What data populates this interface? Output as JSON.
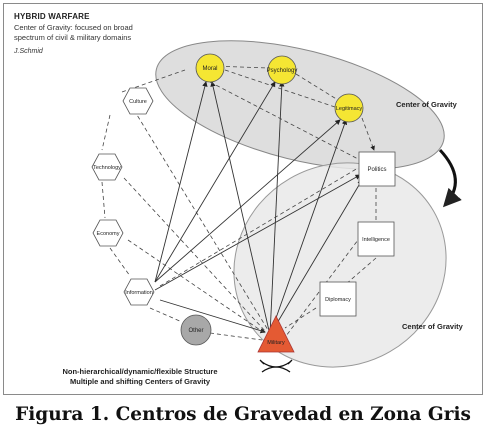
{
  "header": {
    "title": "HYBRID WARFARE",
    "subtitle_line1": "Center of Gravity: focused on broad",
    "subtitle_line2": "spectrum of civil & military domains",
    "author": "J.Schmid"
  },
  "labels": {
    "cog_top": "Center of Gravity",
    "cog_bottom": "Center of Gravity",
    "footer_line1": "Non-hierarchical/dynamic/flexible Structure",
    "footer_line2": "Multiple and shifting Centers of Gravity"
  },
  "nodes": {
    "moral": "Moral",
    "psychology": "Psychology",
    "legitimacy": "Legitimacy",
    "politics": "Politics",
    "intelligence": "Intelligence",
    "diplomacy": "Diplomacy",
    "military": "Military",
    "other": "Other",
    "information": "Information",
    "economy": "Economy",
    "technology": "Technology",
    "culture": "Culture"
  },
  "caption": "Figura 1. Centros de Gravedad en Zona Gris",
  "colors": {
    "yellow_node": "#f5e633",
    "military_red": "#e45a33",
    "other_gray": "#a8a8a8",
    "hex_fill": "#ffffff",
    "ellipse_fill": "#dcdcdc"
  }
}
